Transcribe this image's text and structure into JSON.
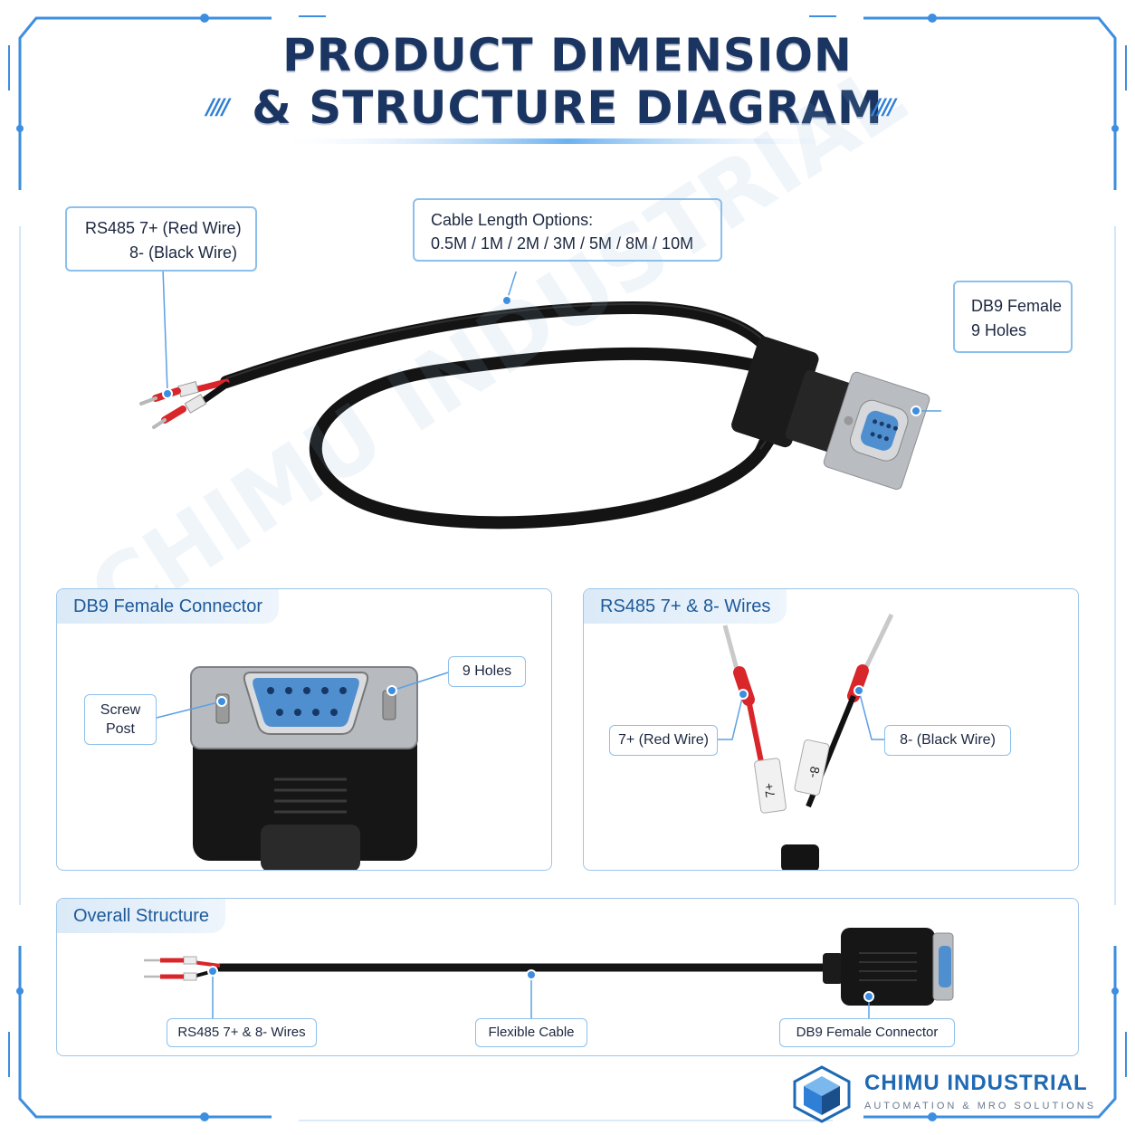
{
  "title": {
    "line1": "PRODUCT DIMENSION",
    "line2": "& STRUCTURE DIAGRAM",
    "slash_glyph": "////"
  },
  "main_callouts": {
    "wires": {
      "line1": "RS485 7+ (Red Wire)",
      "line2": "8- (Black Wire)"
    },
    "length": {
      "line1": "Cable Length Options:",
      "line2": "0.5M / 1M / 2M / 3M / 5M / 8M / 10M"
    },
    "connector": {
      "line1": "DB9 Female",
      "line2": "9 Holes"
    }
  },
  "watermark": "CHIMU INDUSTRIAL",
  "panels": {
    "db9": {
      "title": "DB9 Female Connector",
      "screw_post": {
        "line1": "Screw",
        "line2": "Post"
      },
      "holes": "9 Holes"
    },
    "wires": {
      "title": "RS485 7+ & 8- Wires",
      "red": "7+ (Red Wire)",
      "black": "8- (Black Wire)",
      "marker_plus": "7+",
      "marker_minus": "8-"
    },
    "overall": {
      "title": "Overall Structure",
      "wires": "RS485 7+ & 8- Wires",
      "cable": "Flexible Cable",
      "connector": "DB9 Female Connector"
    }
  },
  "brand": {
    "name": "CHIMU INDUSTRIAL",
    "tagline": "AUTOMATION & MRO SOLUTIONS"
  },
  "colors": {
    "accent": "#2f7fd6",
    "title": "#1a3561",
    "callout_border": "#8cc0ec",
    "cable": "#141414",
    "red_wire": "#d8262b",
    "db9_face": "#4f8fd0"
  }
}
